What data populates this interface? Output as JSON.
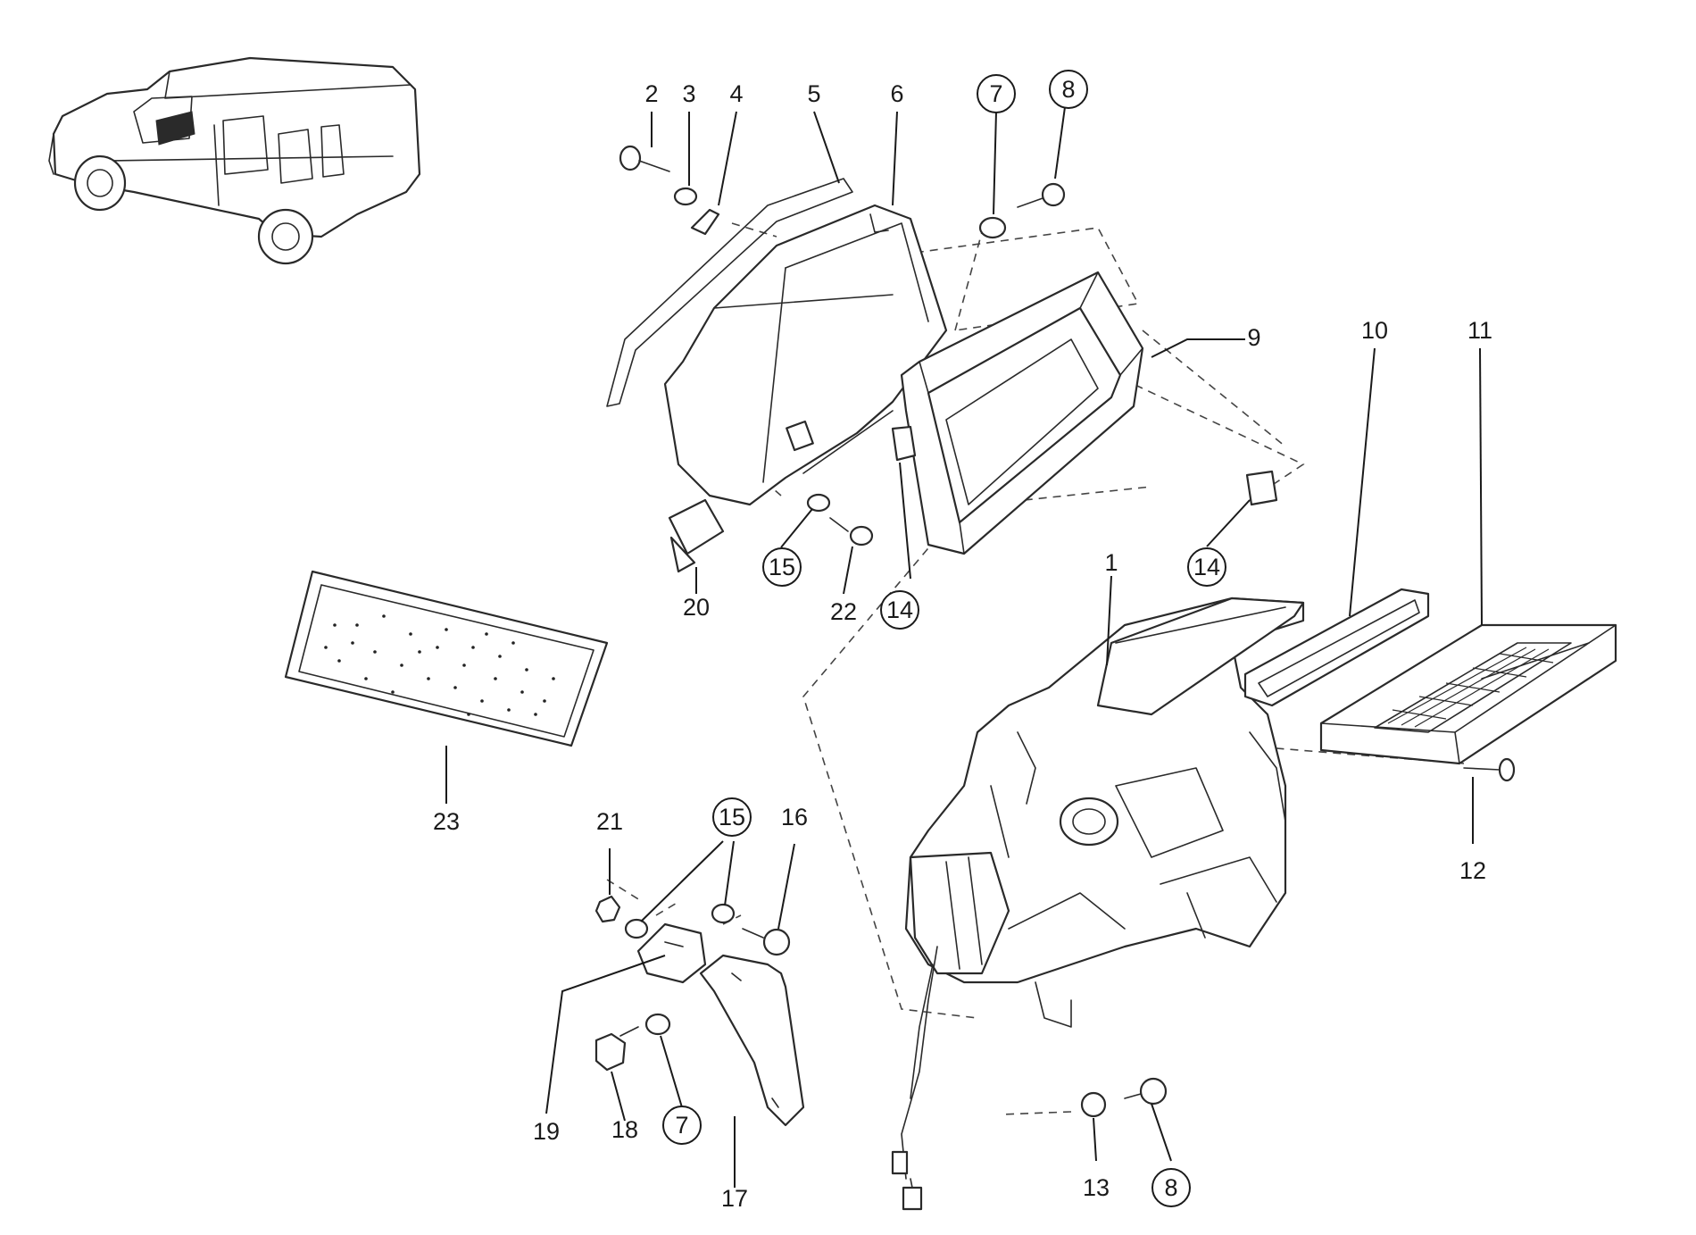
{
  "callouts": [
    {
      "id": "c1",
      "label": "1",
      "circled": false
    },
    {
      "id": "c2",
      "label": "2",
      "circled": false
    },
    {
      "id": "c3",
      "label": "3",
      "circled": false
    },
    {
      "id": "c4",
      "label": "4",
      "circled": false
    },
    {
      "id": "c5",
      "label": "5",
      "circled": false
    },
    {
      "id": "c6",
      "label": "6",
      "circled": false
    },
    {
      "id": "c7a",
      "label": "7",
      "circled": true
    },
    {
      "id": "c8a",
      "label": "8",
      "circled": true
    },
    {
      "id": "c9",
      "label": "9",
      "circled": false
    },
    {
      "id": "c10",
      "label": "10",
      "circled": false
    },
    {
      "id": "c11",
      "label": "11",
      "circled": false
    },
    {
      "id": "c12",
      "label": "12",
      "circled": false
    },
    {
      "id": "c13",
      "label": "13",
      "circled": false
    },
    {
      "id": "c14a",
      "label": "14",
      "circled": true
    },
    {
      "id": "c14b",
      "label": "14",
      "circled": true
    },
    {
      "id": "c15a",
      "label": "15",
      "circled": true
    },
    {
      "id": "c15b",
      "label": "15",
      "circled": true
    },
    {
      "id": "c16",
      "label": "16",
      "circled": false
    },
    {
      "id": "c17",
      "label": "17",
      "circled": false
    },
    {
      "id": "c18",
      "label": "18",
      "circled": false
    },
    {
      "id": "c19",
      "label": "19",
      "circled": false
    },
    {
      "id": "c20",
      "label": "20",
      "circled": false
    },
    {
      "id": "c21",
      "label": "21",
      "circled": false
    },
    {
      "id": "c22",
      "label": "22",
      "circled": false
    },
    {
      "id": "c23",
      "label": "23",
      "circled": false
    },
    {
      "id": "c7b",
      "label": "7",
      "circled": true
    },
    {
      "id": "c8b",
      "label": "8",
      "circled": true
    }
  ],
  "colors": {
    "line": "#2a2a2a",
    "background": "#ffffff"
  },
  "icons": {
    "vehicle": "suv-locator-icon"
  }
}
